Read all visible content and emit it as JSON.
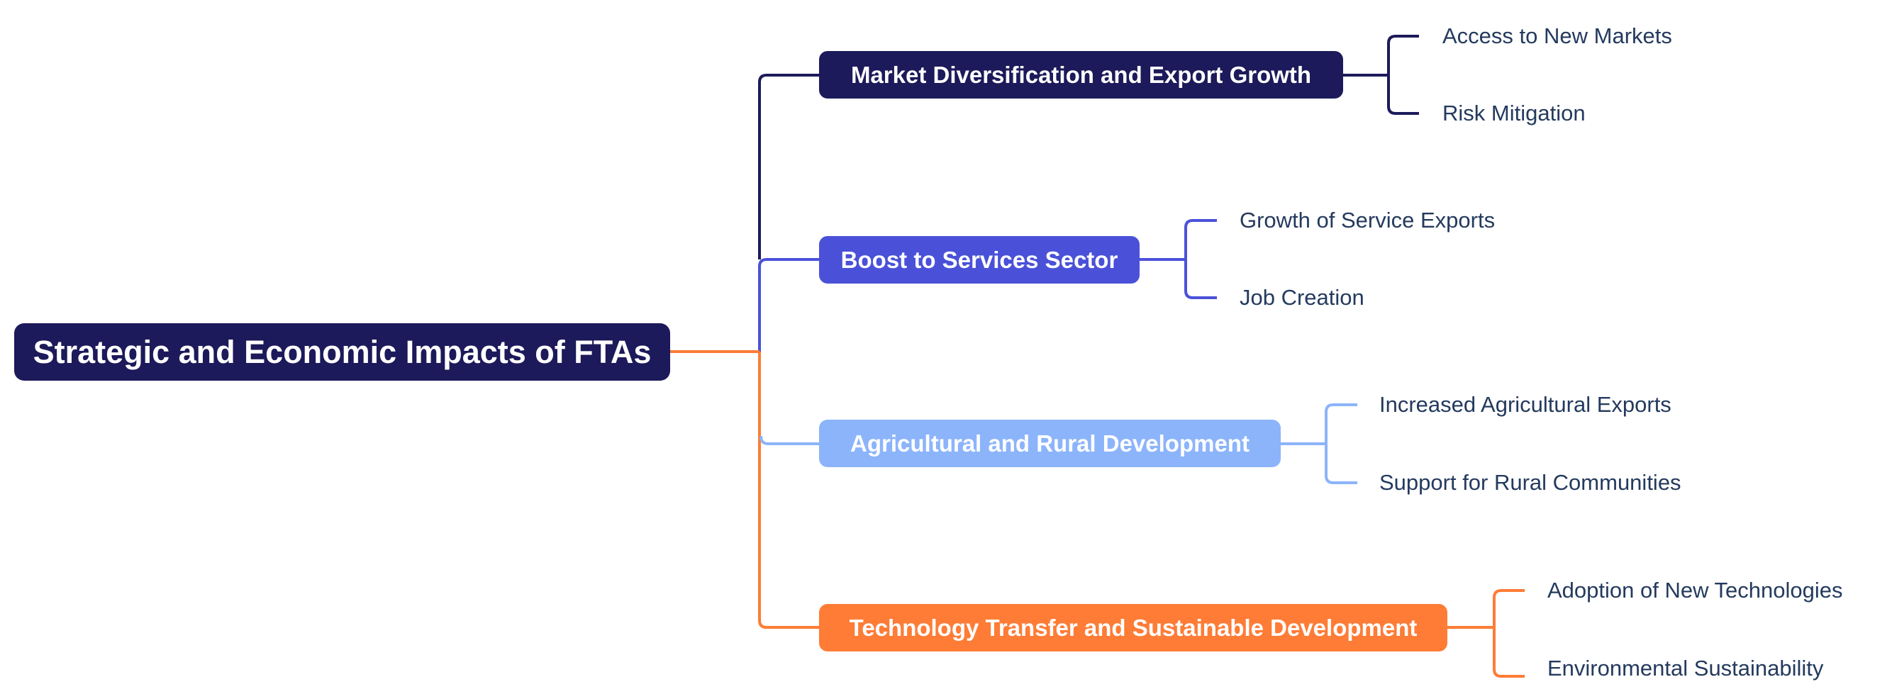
{
  "mindmap": {
    "root": {
      "label": "Strategic and Economic Impacts of FTAs",
      "color": "#1c1a5a",
      "connector_color": "#fe7c36"
    },
    "branches": [
      {
        "label": "Market Diversification and Export Growth",
        "color": "#1c1a5a",
        "children": [
          {
            "label": "Access to New Markets"
          },
          {
            "label": "Risk Mitigation"
          }
        ]
      },
      {
        "label": "Boost to Services Sector",
        "color": "#4a51d8",
        "children": [
          {
            "label": "Growth of Service Exports"
          },
          {
            "label": "Job Creation"
          }
        ]
      },
      {
        "label": "Agricultural and Rural Development",
        "color": "#8cb4fb",
        "children": [
          {
            "label": "Increased Agricultural Exports"
          },
          {
            "label": "Support for Rural Communities"
          }
        ]
      },
      {
        "label": "Technology Transfer and Sustainable Development",
        "color": "#fe7c36",
        "children": [
          {
            "label": "Adoption of New Technologies"
          },
          {
            "label": "Environmental Sustainability"
          }
        ]
      }
    ],
    "leaf_text_color": "#243a5e"
  }
}
